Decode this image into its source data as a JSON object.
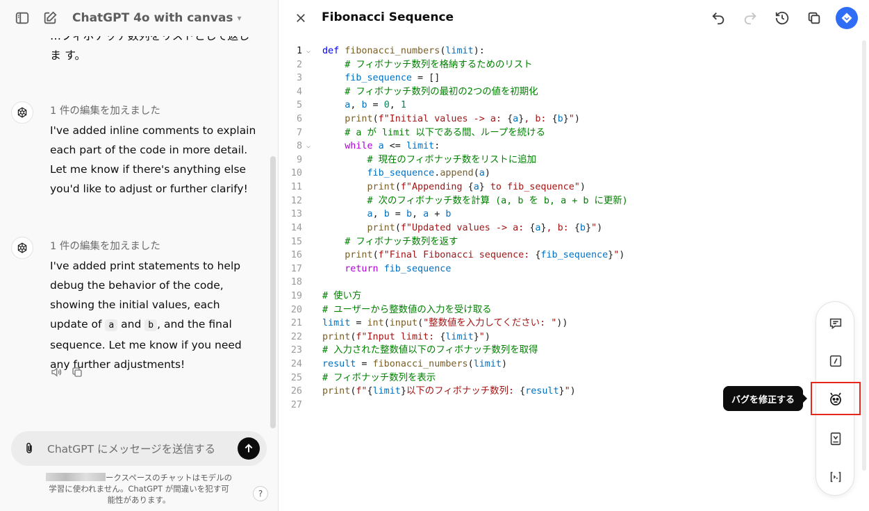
{
  "left_header": {
    "model_title": "ChatGPT 4o with canvas"
  },
  "chat": {
    "previous_text": "…フィボナッチ数列をリストとして返しま す。",
    "messages": [
      {
        "edit_note": "1 件の編集を加えました",
        "body": "I've added inline comments to explain each part of the code in more detail. Let me know if there's anything else you'd like to adjust or further clarify!"
      },
      {
        "edit_note": "1 件の編集を加えました",
        "body_1": "I've added print statements to help debug the behavior of the code, showing the initial values, each update of ",
        "code_a": "a",
        "body_2": " and ",
        "code_b": "b",
        "body_3": ", and the final sequence. Let me know if you need any further adjustments!"
      }
    ]
  },
  "composer": {
    "placeholder": "ChatGPT にメッセージを送信する"
  },
  "disclaimer": {
    "line1": "ークスペースのチャットはモデルの",
    "line2": "学習に使われません。ChatGPT が間違いを犯す可",
    "line3": "能性があります。",
    "help": "?"
  },
  "canvas": {
    "title": "Fibonacci Sequence",
    "tooltip": "バグを修正する",
    "line_numbers": [
      "1",
      "2",
      "3",
      "4",
      "5",
      "6",
      "7",
      "8",
      "9",
      "10",
      "11",
      "12",
      "13",
      "14",
      "15",
      "16",
      "17",
      "18",
      "19",
      "20",
      "21",
      "22",
      "23",
      "24",
      "25",
      "26",
      "27"
    ]
  },
  "code_lines": [
    [
      [
        "kw",
        "def "
      ],
      [
        "fn",
        "fibonacci_numbers"
      ],
      [
        "pl",
        "("
      ],
      [
        "var",
        "limit"
      ],
      [
        "pl",
        "):"
      ]
    ],
    [
      [
        "pl",
        "    "
      ],
      [
        "cm",
        "# フィボナッチ数列を格納するためのリスト"
      ]
    ],
    [
      [
        "pl",
        "    "
      ],
      [
        "var",
        "fib_sequence"
      ],
      [
        "pl",
        " = []"
      ]
    ],
    [
      [
        "pl",
        "    "
      ],
      [
        "cm",
        "# フィボナッチ数列の最初の2つの値を初期化"
      ]
    ],
    [
      [
        "pl",
        "    "
      ],
      [
        "var",
        "a"
      ],
      [
        "pl",
        ", "
      ],
      [
        "var",
        "b"
      ],
      [
        "pl",
        " = "
      ],
      [
        "num",
        "0"
      ],
      [
        "pl",
        ", "
      ],
      [
        "num",
        "1"
      ]
    ],
    [
      [
        "pl",
        "    "
      ],
      [
        "fn",
        "print"
      ],
      [
        "pl",
        "("
      ],
      [
        "str",
        "f\"Initial values -> a: "
      ],
      [
        "pl",
        "{"
      ],
      [
        "var",
        "a"
      ],
      [
        "pl",
        "}"
      ],
      [
        "str",
        ", b: "
      ],
      [
        "pl",
        "{"
      ],
      [
        "var",
        "b"
      ],
      [
        "pl",
        "}"
      ],
      [
        "str",
        "\""
      ],
      [
        "pl",
        ")"
      ]
    ],
    [
      [
        "pl",
        "    "
      ],
      [
        "cm",
        "# a が limit 以下である間、ループを続ける"
      ]
    ],
    [
      [
        "pl",
        "    "
      ],
      [
        "kw2",
        "while "
      ],
      [
        "var",
        "a"
      ],
      [
        "pl",
        " <= "
      ],
      [
        "var",
        "limit"
      ],
      [
        "pl",
        ":"
      ]
    ],
    [
      [
        "pl",
        "        "
      ],
      [
        "cm",
        "# 現在のフィボナッチ数をリストに追加"
      ]
    ],
    [
      [
        "pl",
        "        "
      ],
      [
        "var",
        "fib_sequence"
      ],
      [
        "pl",
        "."
      ],
      [
        "fn",
        "append"
      ],
      [
        "pl",
        "("
      ],
      [
        "var",
        "a"
      ],
      [
        "pl",
        ")"
      ]
    ],
    [
      [
        "pl",
        "        "
      ],
      [
        "fn",
        "print"
      ],
      [
        "pl",
        "("
      ],
      [
        "str",
        "f\"Appending "
      ],
      [
        "pl",
        "{"
      ],
      [
        "var",
        "a"
      ],
      [
        "pl",
        "}"
      ],
      [
        "str",
        " to fib_sequence\""
      ],
      [
        "pl",
        ")"
      ]
    ],
    [
      [
        "pl",
        "        "
      ],
      [
        "cm",
        "# 次のフィボナッチ数を計算 (a, b を b, a + b に更新)"
      ]
    ],
    [
      [
        "pl",
        "        "
      ],
      [
        "var",
        "a"
      ],
      [
        "pl",
        ", "
      ],
      [
        "var",
        "b"
      ],
      [
        "pl",
        " = "
      ],
      [
        "var",
        "b"
      ],
      [
        "pl",
        ", "
      ],
      [
        "var",
        "a"
      ],
      [
        "pl",
        " + "
      ],
      [
        "var",
        "b"
      ]
    ],
    [
      [
        "pl",
        "        "
      ],
      [
        "fn",
        "print"
      ],
      [
        "pl",
        "("
      ],
      [
        "str",
        "f\"Updated values -> a: "
      ],
      [
        "pl",
        "{"
      ],
      [
        "var",
        "a"
      ],
      [
        "pl",
        "}"
      ],
      [
        "str",
        ", b: "
      ],
      [
        "pl",
        "{"
      ],
      [
        "var",
        "b"
      ],
      [
        "pl",
        "}"
      ],
      [
        "str",
        "\""
      ],
      [
        "pl",
        ")"
      ]
    ],
    [
      [
        "pl",
        "    "
      ],
      [
        "cm",
        "# フィボナッチ数列を返す"
      ]
    ],
    [
      [
        "pl",
        "    "
      ],
      [
        "fn",
        "print"
      ],
      [
        "pl",
        "("
      ],
      [
        "str",
        "f\"Final Fibonacci sequence: "
      ],
      [
        "pl",
        "{"
      ],
      [
        "var",
        "fib_sequence"
      ],
      [
        "pl",
        "}"
      ],
      [
        "str",
        "\""
      ],
      [
        "pl",
        ")"
      ]
    ],
    [
      [
        "pl",
        "    "
      ],
      [
        "kw2",
        "return "
      ],
      [
        "var",
        "fib_sequence"
      ]
    ],
    [],
    [
      [
        "cm",
        "# 使い方"
      ]
    ],
    [
      [
        "cm",
        "# ユーザーから整数値の入力を受け取る"
      ]
    ],
    [
      [
        "var",
        "limit"
      ],
      [
        "pl",
        " = "
      ],
      [
        "fn",
        "int"
      ],
      [
        "pl",
        "("
      ],
      [
        "fn",
        "input"
      ],
      [
        "pl",
        "("
      ],
      [
        "str",
        "\"整数値を入力してください: \""
      ],
      [
        "pl",
        "))"
      ]
    ],
    [
      [
        "fn",
        "print"
      ],
      [
        "pl",
        "("
      ],
      [
        "str",
        "f\"Input limit: "
      ],
      [
        "pl",
        "{"
      ],
      [
        "var",
        "limit"
      ],
      [
        "pl",
        "}"
      ],
      [
        "str",
        "\""
      ],
      [
        "pl",
        ")"
      ]
    ],
    [
      [
        "cm",
        "# 入力された整数値以下のフィボナッチ数列を取得"
      ]
    ],
    [
      [
        "var",
        "result"
      ],
      [
        "pl",
        " = "
      ],
      [
        "fn",
        "fibonacci_numbers"
      ],
      [
        "pl",
        "("
      ],
      [
        "var",
        "limit"
      ],
      [
        "pl",
        ")"
      ]
    ],
    [
      [
        "cm",
        "# フィボナッチ数列を表示"
      ]
    ],
    [
      [
        "fn",
        "print"
      ],
      [
        "pl",
        "("
      ],
      [
        "str",
        "f\""
      ],
      [
        "pl",
        "{"
      ],
      [
        "var",
        "limit"
      ],
      [
        "pl",
        "}"
      ],
      [
        "str",
        "以下のフィボナッチ数列: "
      ],
      [
        "pl",
        "{"
      ],
      [
        "var",
        "result"
      ],
      [
        "pl",
        "}"
      ],
      [
        "str",
        "\""
      ],
      [
        "pl",
        ")"
      ]
    ],
    []
  ],
  "colors": {
    "accent": "#2f6df6",
    "highlight_border": "#e8271c"
  }
}
